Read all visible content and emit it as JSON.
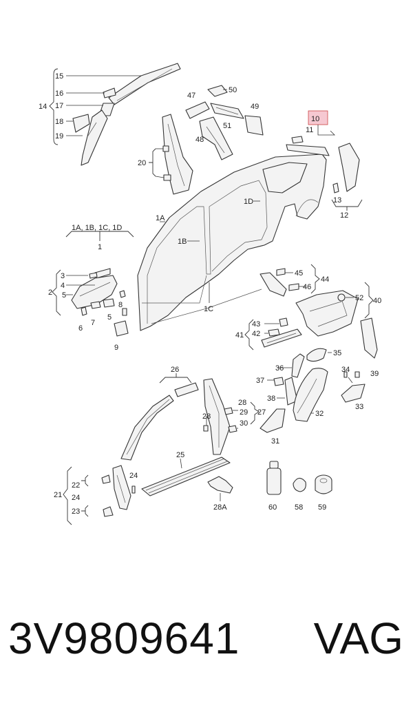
{
  "highlight_color": "#f6c8d1",
  "group_label_side_panel": "1A, 1B, 1C, 1D",
  "callouts": {
    "c1": "1",
    "c1A": "1A",
    "c1B": "1B",
    "c1C": "1C",
    "c1D": "1D",
    "c2": "2",
    "c3": "3",
    "c4": "4",
    "c5a": "5",
    "c5b": "5",
    "c6": "6",
    "c7": "7",
    "c8": "8",
    "c9": "9",
    "c10": "10",
    "c11": "11",
    "c12": "12",
    "c13": "13",
    "c14": "14",
    "c15": "15",
    "c16": "16",
    "c17": "17",
    "c18": "18",
    "c19": "19",
    "c20": "20",
    "c21": "21",
    "c22": "22",
    "c23": "23",
    "c24a": "24",
    "c24b": "24",
    "c25": "25",
    "c26": "26",
    "c27": "27",
    "c28a": "28",
    "c28b": "28",
    "c28A": "28A",
    "c29": "29",
    "c30": "30",
    "c31": "31",
    "c32": "32",
    "c33": "33",
    "c34": "34",
    "c35": "35",
    "c36": "36",
    "c37": "37",
    "c38": "38",
    "c39": "39",
    "c40": "40",
    "c41": "41",
    "c42": "42",
    "c43": "43",
    "c44": "44",
    "c45": "45",
    "c46": "46",
    "c47": "47",
    "c48": "48",
    "c49": "49",
    "c50": "50",
    "c51": "51",
    "c52": "52",
    "c58": "58",
    "c59": "59",
    "c60": "60"
  },
  "footer": {
    "part_number": "3V9809641",
    "brand": "VAG"
  }
}
